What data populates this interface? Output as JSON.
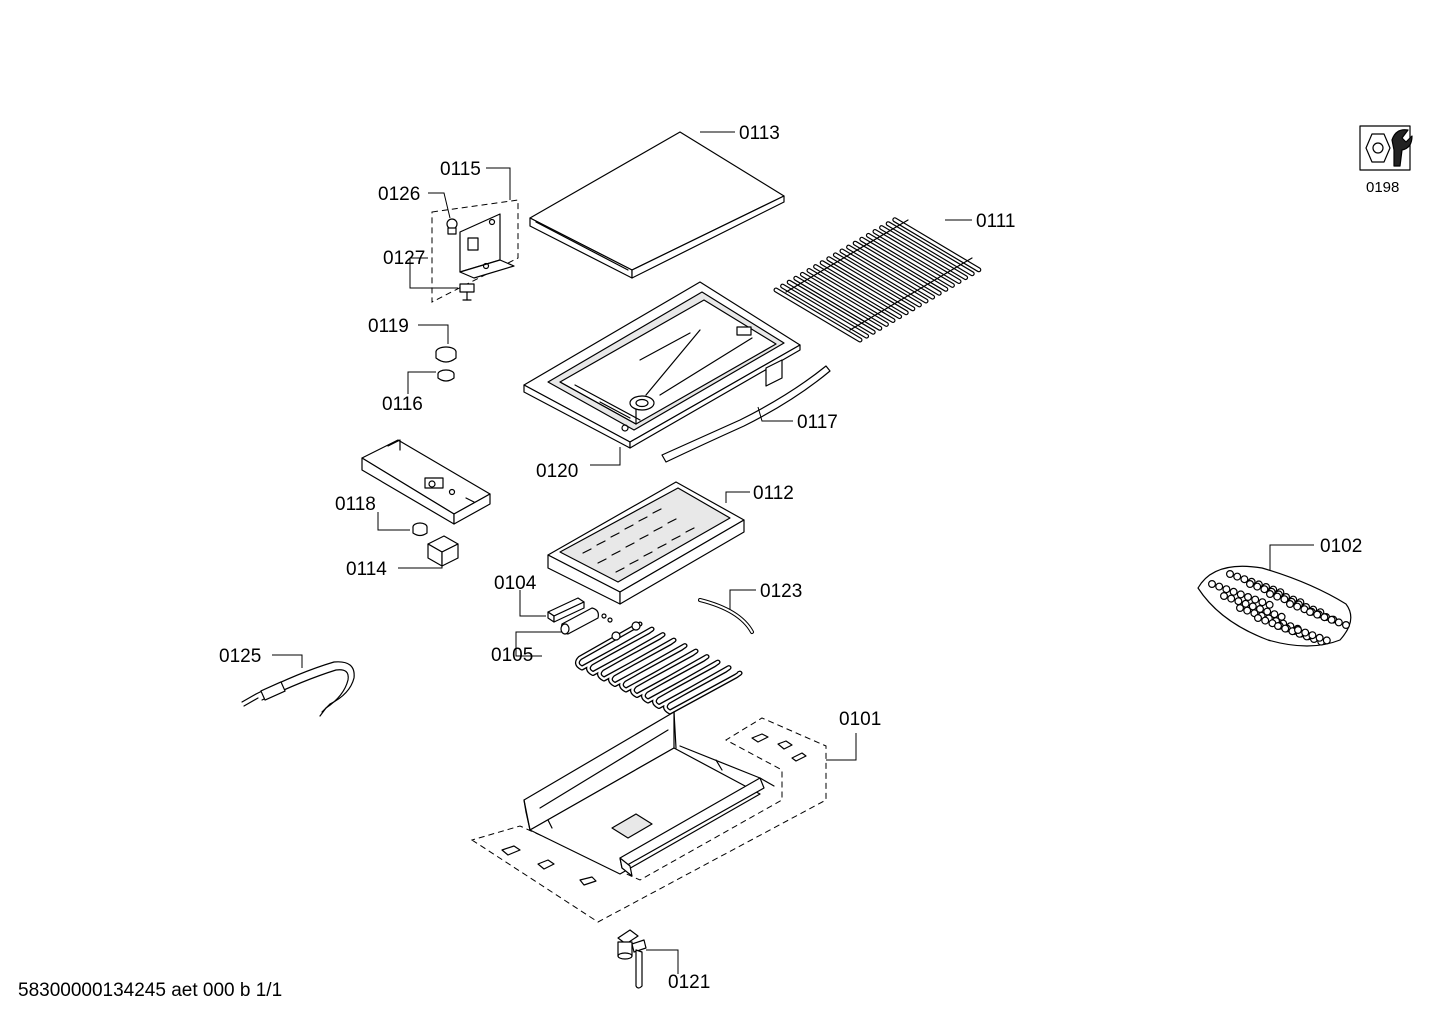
{
  "labels": {
    "p0113": "0113",
    "p0115": "0115",
    "p0126": "0126",
    "p0127": "0127",
    "p0119": "0119",
    "p0116": "0116",
    "p0111": "0111",
    "p0117": "0117",
    "p0120": "0120",
    "p0118": "0118",
    "p0114": "0114",
    "p0112": "0112",
    "p0104": "0104",
    "p0105": "0105",
    "p0123": "0123",
    "p0125": "0125",
    "p0101": "0101",
    "p0102": "0102",
    "p0121": "0121",
    "p0198": "0198"
  },
  "footer": "58300000134245 aet 000 b 1/1",
  "icons": {
    "service": "wrench-nut-icon"
  }
}
